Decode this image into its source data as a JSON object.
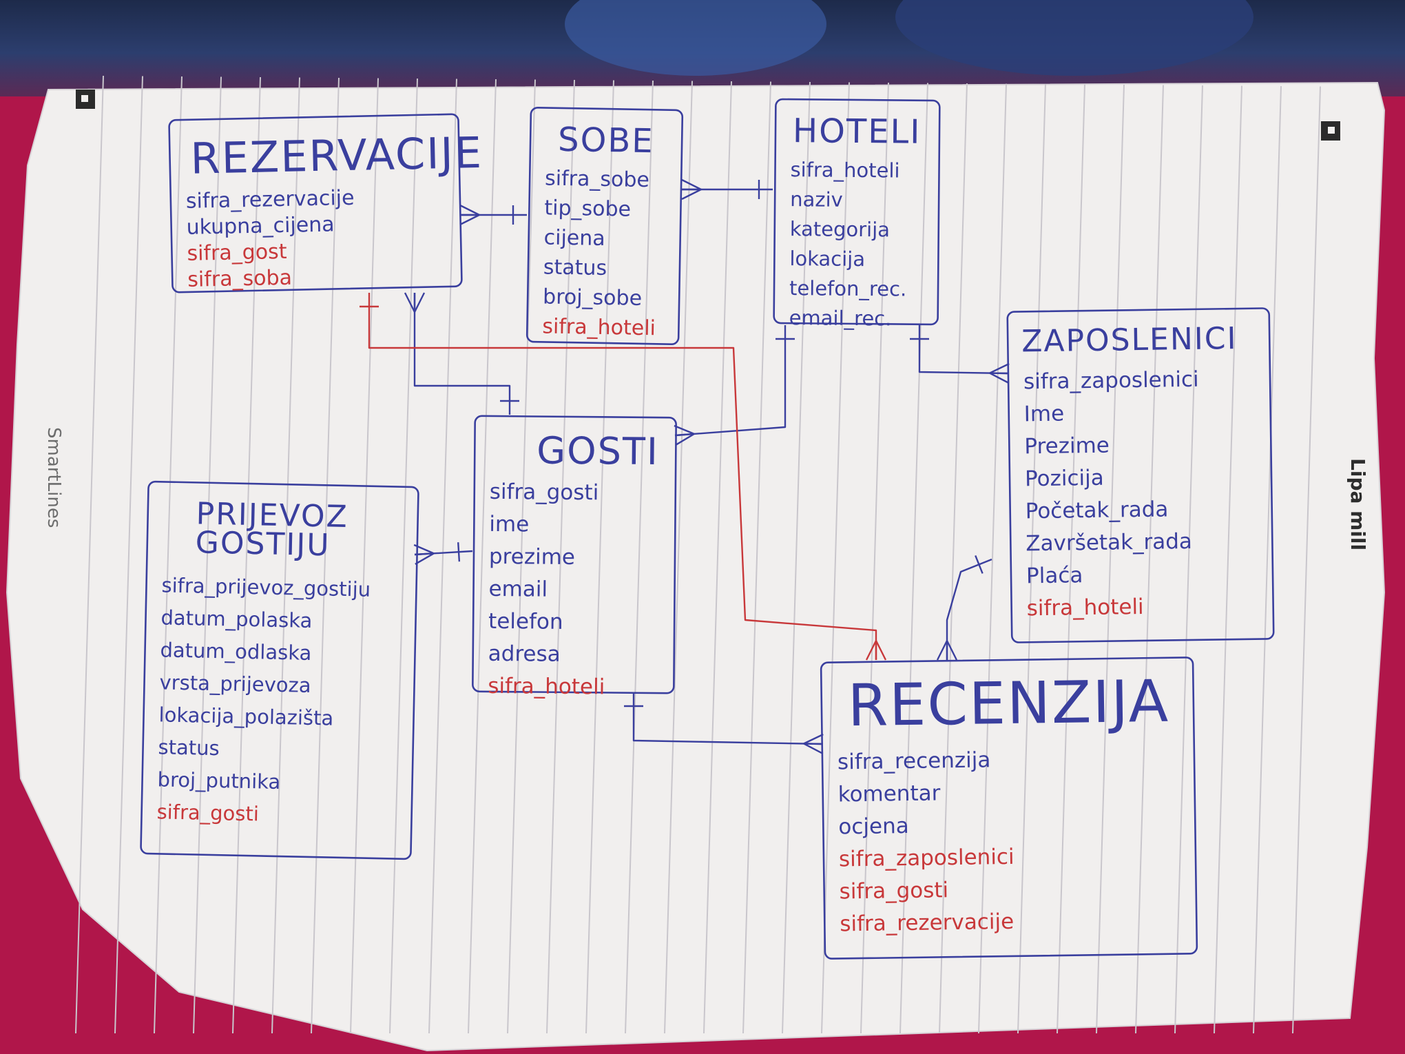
{
  "colors": {
    "ink_blue": "#3a3f9e",
    "ink_red": "#c8383a",
    "paper": "#f1efee",
    "rule_line": "#c9c6cc",
    "background": "#b0164a"
  },
  "paper_brand": {
    "left": "SmartLines",
    "right": "Lipa mill"
  },
  "entities": [
    {
      "id": "rezervacije",
      "title": "REZERVACIJE",
      "fields": [
        {
          "text": "sifra_rezervacije",
          "fk": false
        },
        {
          "text": "ukupna_cijena",
          "fk": false
        },
        {
          "text": "sifra_gost",
          "fk": true
        },
        {
          "text": "sifra_soba",
          "fk": true
        }
      ]
    },
    {
      "id": "sobe",
      "title": "SOBE",
      "fields": [
        {
          "text": "sifra_sobe",
          "fk": false
        },
        {
          "text": "tip_sobe",
          "fk": false
        },
        {
          "text": "cijena",
          "fk": false
        },
        {
          "text": "status",
          "fk": false
        },
        {
          "text": "broj_sobe",
          "fk": false
        },
        {
          "text": "sifra_hoteli",
          "fk": true
        }
      ]
    },
    {
      "id": "hoteli",
      "title": "HOTELI",
      "fields": [
        {
          "text": "sifra_hoteli",
          "fk": false
        },
        {
          "text": "naziv",
          "fk": false
        },
        {
          "text": "kategorija",
          "fk": false
        },
        {
          "text": "lokacija",
          "fk": false
        },
        {
          "text": "telefon_rec.",
          "fk": false
        },
        {
          "text": "email_rec.",
          "fk": false
        }
      ]
    },
    {
      "id": "zaposlenici",
      "title": "ZAPOSLENICI",
      "fields": [
        {
          "text": "sifra_zaposlenici",
          "fk": false
        },
        {
          "text": "Ime",
          "fk": false
        },
        {
          "text": "Prezime",
          "fk": false
        },
        {
          "text": "Pozicija",
          "fk": false
        },
        {
          "text": "Početak_rada",
          "fk": false
        },
        {
          "text": "Završetak_rada",
          "fk": false
        },
        {
          "text": "Plaća",
          "fk": false
        },
        {
          "text": "sifra_hoteli",
          "fk": true
        }
      ]
    },
    {
      "id": "gosti",
      "title": "GOSTI",
      "fields": [
        {
          "text": "sifra_gosti",
          "fk": false
        },
        {
          "text": "ime",
          "fk": false
        },
        {
          "text": "prezime",
          "fk": false
        },
        {
          "text": "email",
          "fk": false
        },
        {
          "text": "telefon",
          "fk": false
        },
        {
          "text": "adresa",
          "fk": false
        },
        {
          "text": "sifra_hoteli",
          "fk": true
        }
      ]
    },
    {
      "id": "prijevoz",
      "title": "PRIJEVOZ GOSTIJU",
      "title_lines": [
        "PRIJEVOZ",
        "GOSTIJU"
      ],
      "fields": [
        {
          "text": "sifra_prijevoz_gostiju",
          "fk": false
        },
        {
          "text": "datum_polaska",
          "fk": false
        },
        {
          "text": "datum_odlaska",
          "fk": false
        },
        {
          "text": "vrsta_prijevoza",
          "fk": false
        },
        {
          "text": "lokacija_polazišta",
          "fk": false
        },
        {
          "text": "status",
          "fk": false
        },
        {
          "text": "broj_putnika",
          "fk": false
        },
        {
          "text": "sifra_gosti",
          "fk": true
        }
      ]
    },
    {
      "id": "recenzija",
      "title": "RECENZIJA",
      "fields": [
        {
          "text": "sifra_recenzija",
          "fk": false
        },
        {
          "text": "komentar",
          "fk": false
        },
        {
          "text": "ocjena",
          "fk": false
        },
        {
          "text": "sifra_zaposlenici",
          "fk": true
        },
        {
          "text": "sifra_gosti",
          "fk": true
        },
        {
          "text": "sifra_rezervacije",
          "fk": true
        }
      ]
    }
  ],
  "relationships": [
    {
      "from": "rezervacije",
      "to": "sobe",
      "from_end": "many",
      "to_end": "one",
      "ink": "blue"
    },
    {
      "from": "sobe",
      "to": "hoteli",
      "from_end": "many",
      "to_end": "one",
      "ink": "blue"
    },
    {
      "from": "rezervacije",
      "to": "gosti",
      "from_end": "many",
      "to_end": "one",
      "ink": "blue"
    },
    {
      "from": "gosti",
      "to": "hoteli",
      "from_end": "many",
      "to_end": "one",
      "ink": "blue"
    },
    {
      "from": "hoteli",
      "to": "zaposlenici",
      "from_end": "one",
      "to_end": "many",
      "ink": "blue"
    },
    {
      "from": "prijevoz",
      "to": "gosti",
      "from_end": "many",
      "to_end": "one",
      "ink": "blue"
    },
    {
      "from": "gosti",
      "to": "recenzija",
      "from_end": "one",
      "to_end": "many",
      "ink": "blue"
    },
    {
      "from": "zaposlenici",
      "to": "recenzija",
      "from_end": "one",
      "to_end": "many",
      "ink": "blue"
    },
    {
      "from": "rezervacije",
      "to": "recenzija",
      "from_end": "one",
      "to_end": "many",
      "ink": "red"
    }
  ]
}
